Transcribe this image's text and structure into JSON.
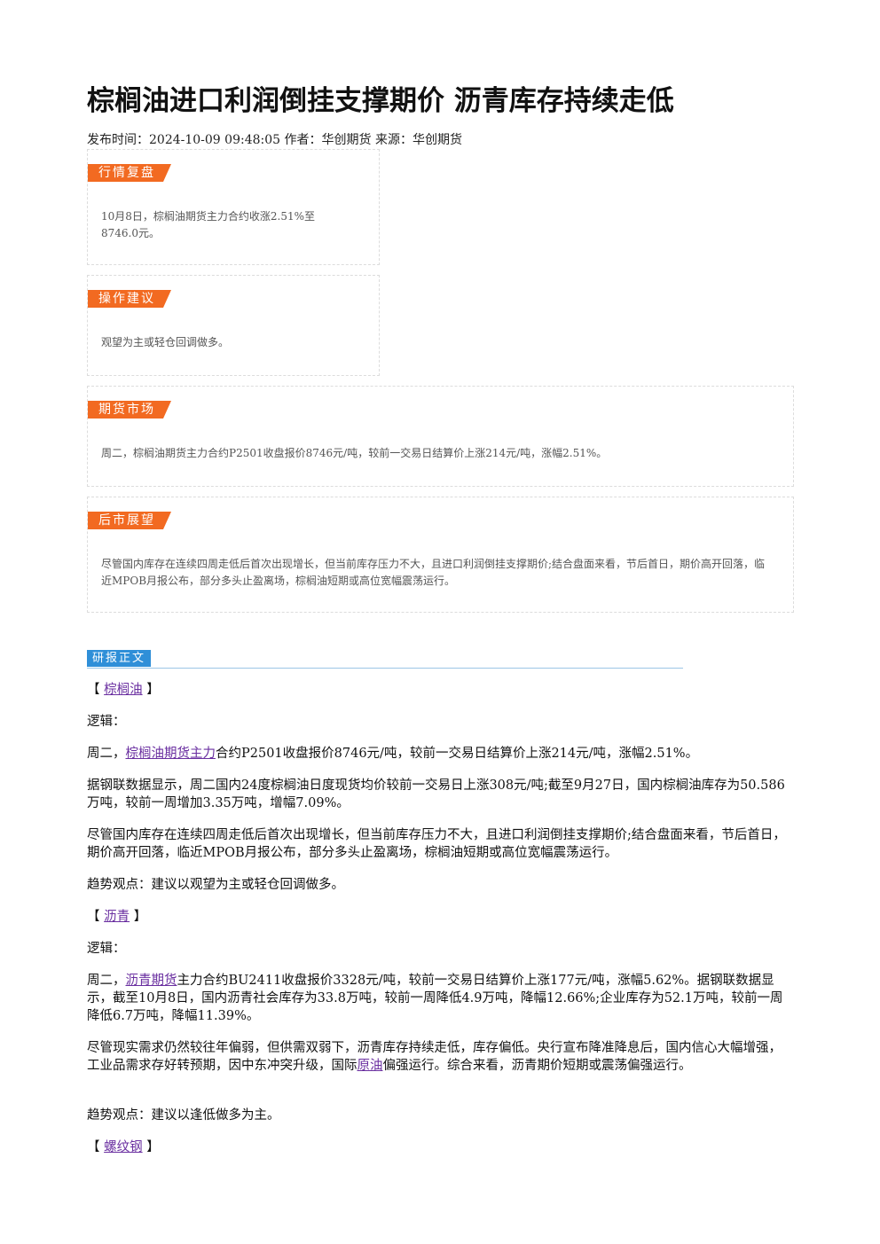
{
  "title": "棕榈油进口利润倒挂支撑期价 沥青库存持续走低",
  "meta": "发布时间：2024-10-09 09:48:05 作者：华创期货 来源：华创期货",
  "boxes": {
    "market_review": {
      "tag": "行情复盘",
      "text": "10月8日，棕榈油期货主力合约收涨2.51%至8746.0元。"
    },
    "operation": {
      "tag": "操作建议",
      "text": "观望为主或轻仓回调做多。"
    },
    "futures_market": {
      "tag": "期货市场",
      "text": "周二，棕榈油期货主力合约P2501收盘报价8746元/吨，较前一交易日结算价上涨214元/吨，涨幅2.51%。"
    },
    "outlook": {
      "tag": "后市展望",
      "text": "尽管国内库存在连续四周走低后首次出现增长，但当前库存压力不大，且进口利润倒挂支撑期价;结合盘面来看，节后首日，期价高开回落，临近MPOB月报公布，部分多头止盈离场，棕榈油短期或高位宽幅震荡运行。"
    }
  },
  "report": {
    "header": "研报正文",
    "bracket_open": "【",
    "bracket_close": "】",
    "logic_label": "逻辑：",
    "palm": {
      "name": "棕榈油",
      "p1_prefix": "周二，",
      "p1_link": "棕榈油期货主力",
      "p1_rest": "合约P2501收盘报价8746元/吨，较前一交易日结算价上涨214元/吨，涨幅2.51%。",
      "p2": "据钢联数据显示，周二国内24度棕榈油日度现货均价较前一交易日上涨308元/吨;截至9月27日，国内棕榈油库存为50.586万吨，较前一周增加3.35万吨，增幅7.09%。",
      "p3": "尽管国内库存在连续四周走低后首次出现增长，但当前库存压力不大，且进口利润倒挂支撑期价;结合盘面来看，节后首日，期价高开回落，临近MPOB月报公布，部分多头止盈离场，棕榈油短期或高位宽幅震荡运行。",
      "trend": "趋势观点：建议以观望为主或轻仓回调做多。"
    },
    "asphalt": {
      "name": "沥青",
      "p1_prefix": "周二，",
      "p1_link": "沥青期货",
      "p1_rest": "主力合约BU2411收盘报价3328元/吨，较前一交易日结算价上涨177元/吨，涨幅5.62%。据钢联数据显示，截至10月8日，国内沥青社会库存为33.8万吨，较前一周降低4.9万吨，降幅12.66%;企业库存为52.1万吨，较前一周降低6.7万吨，降幅11.39%。",
      "p2_before": "尽管现实需求仍然较往年偏弱，但供需双弱下，沥青库存持续走低，库存偏低。央行宣布降准降息后，国内信心大幅增强，工业品需求存好转预期，因中东冲突升级，国际",
      "p2_link": "原油",
      "p2_after": "偏强运行。综合来看，沥青期价短期或震荡偏强运行。",
      "trend": "趋势观点：建议以逢低做多为主。"
    },
    "rebar": {
      "name": "螺纹钢"
    }
  },
  "colors": {
    "tag_orange": "#f26a21",
    "tag_blue": "#2f8fd8",
    "link_purple": "#6a2fa0"
  }
}
